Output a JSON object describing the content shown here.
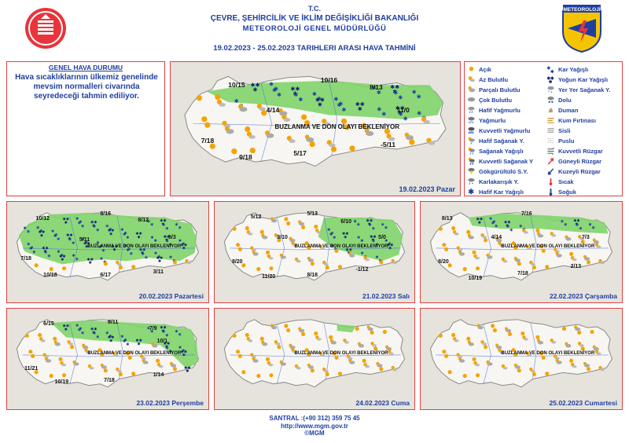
{
  "header": {
    "line1": "T.C.",
    "line2": "ÇEVRE, ŞEHİRCİLİK VE İKLİM DEĞİŞİKLİĞİ BAKANLIĞI",
    "line3": "METEOROLOJİ GENEL MÜDÜRLÜĞÜ",
    "line4": "19.02.2023 - 25.02.2023 TARIHLERI ARASI HAVA TAHMİNİ",
    "logo_right_text": "METEOROLOJİ"
  },
  "summary": {
    "title": "GENEL HAVA DURUMU",
    "text": "Hava sıcaklıklarının ülkemiz genelinde mevsim normalleri civarında seyredeceği tahmin ediliyor."
  },
  "legend": {
    "left": [
      {
        "label": "Açık",
        "icon": "sun-icon"
      },
      {
        "label": "Az Bulutlu",
        "icon": "sun-cloud-icon"
      },
      {
        "label": "Parçalı Bulutlu",
        "icon": "partly-cloudy-icon"
      },
      {
        "label": "Çok Bulutlu",
        "icon": "cloud-icon"
      },
      {
        "label": "Hafif Yağmurlu",
        "icon": "light-rain-icon"
      },
      {
        "label": "Yağmurlu",
        "icon": "rain-icon"
      },
      {
        "label": "Kuvvetli Yağmurlu",
        "icon": "heavy-rain-icon"
      },
      {
        "label": "Hafif Sağanak Y.",
        "icon": "light-shower-icon"
      },
      {
        "label": "Sağanak Yağışlı",
        "icon": "shower-icon"
      },
      {
        "label": "Kuvvetli Sağanak Y",
        "icon": "heavy-shower-icon"
      },
      {
        "label": "Gökgürültülü S.Y.",
        "icon": "thunderstorm-icon"
      },
      {
        "label": "Karlakarışık Y.",
        "icon": "sleet-icon"
      },
      {
        "label": "Hafif Kar Yağışlı",
        "icon": "light-snow-icon"
      }
    ],
    "right": [
      {
        "label": "Kar Yağışlı",
        "icon": "snow-icon"
      },
      {
        "label": "Yoğun Kar Yağışlı",
        "icon": "heavy-snow-icon"
      },
      {
        "label": "Yer Yer Sağanak Y.",
        "icon": "scattered-shower-icon"
      },
      {
        "label": "Dolu",
        "icon": "hail-icon"
      },
      {
        "label": "Duman",
        "icon": "smoke-icon"
      },
      {
        "label": "Kum Fırtınası",
        "icon": "sandstorm-icon"
      },
      {
        "label": "Sisli",
        "icon": "fog-icon"
      },
      {
        "label": "Puslu",
        "icon": "mist-icon"
      },
      {
        "label": "Kuvvetli Rüzgar",
        "icon": "strong-wind-icon"
      },
      {
        "label": "Güneyli Rüzgar",
        "icon": "south-wind-icon"
      },
      {
        "label": "Kuzeyli Rüzgar",
        "icon": "north-wind-icon"
      },
      {
        "label": "Sıcak",
        "icon": "hot-icon"
      },
      {
        "label": "Soğuk",
        "icon": "cold-icon"
      }
    ]
  },
  "maps": {
    "main": {
      "caption": "19.02.2023 Pazar",
      "buzlanma": "BUZLANMA VE DON OLAYI BEKLENİYOR",
      "labels": [
        "10/15",
        "10/16",
        "8/13",
        "4/14",
        "11/0",
        "7/18",
        "9/18",
        "5/17",
        "-5/11"
      ]
    },
    "m1": {
      "caption": "20.02.2023 Pazartesi",
      "buzlanma": "BUZLANMA VE DON OLAYI BEKLENİYOR",
      "labels": [
        "10/12",
        "8/16",
        "8/12",
        "5/11",
        "9/3",
        "7/18",
        "10/18",
        "6/17",
        "3/11"
      ]
    },
    "m2": {
      "caption": "21.02.2023 Salı",
      "buzlanma": "BUZLANMA VE DON OLAYI BEKLENİYOR",
      "labels": [
        "5/12",
        "5/13",
        "6/10",
        "3/10",
        "5/0",
        "8/20",
        "11/20",
        "8/18",
        "-1/12"
      ]
    },
    "m3": {
      "caption": "22.02.2023 Çarşamba",
      "buzlanma": "BUZLANMA VE DON OLAYI BEKLENİYOR",
      "labels": [
        "8/13",
        "7/16",
        "4/14",
        "7/3",
        "8/20",
        "10/19",
        "7/18",
        "2/13"
      ]
    },
    "m4": {
      "caption": "23.02.2023 Perşembe",
      "buzlanma": "BUZLANMA VE DON OLAYI BEKLENİYOR",
      "labels": [
        "6/15",
        "8/11",
        "7/9",
        "10/1",
        "11/21",
        "10/19",
        "7/18",
        "1/14"
      ]
    },
    "m5": {
      "caption": "24.02.2023 Cuma",
      "buzlanma": "BUZLANMA VE DON OLAYI BEKLENİYOR",
      "labels": []
    },
    "m6": {
      "caption": "25.02.2023 Cumartesi",
      "buzlanma": "BUZLANMA VE DON OLAYI BEKLENİYOR",
      "labels": []
    }
  },
  "footer": {
    "phone": "SANTRAL :(+90 312) 359 75 45",
    "url": "http://www.mgm.gov.tr",
    "copy": "©MGM"
  },
  "colors": {
    "accent": "#1f3fa0",
    "frame": "#e04040",
    "green": "#7fd46a",
    "land": "#f7f6f2",
    "sea": "#e6e3dc"
  }
}
